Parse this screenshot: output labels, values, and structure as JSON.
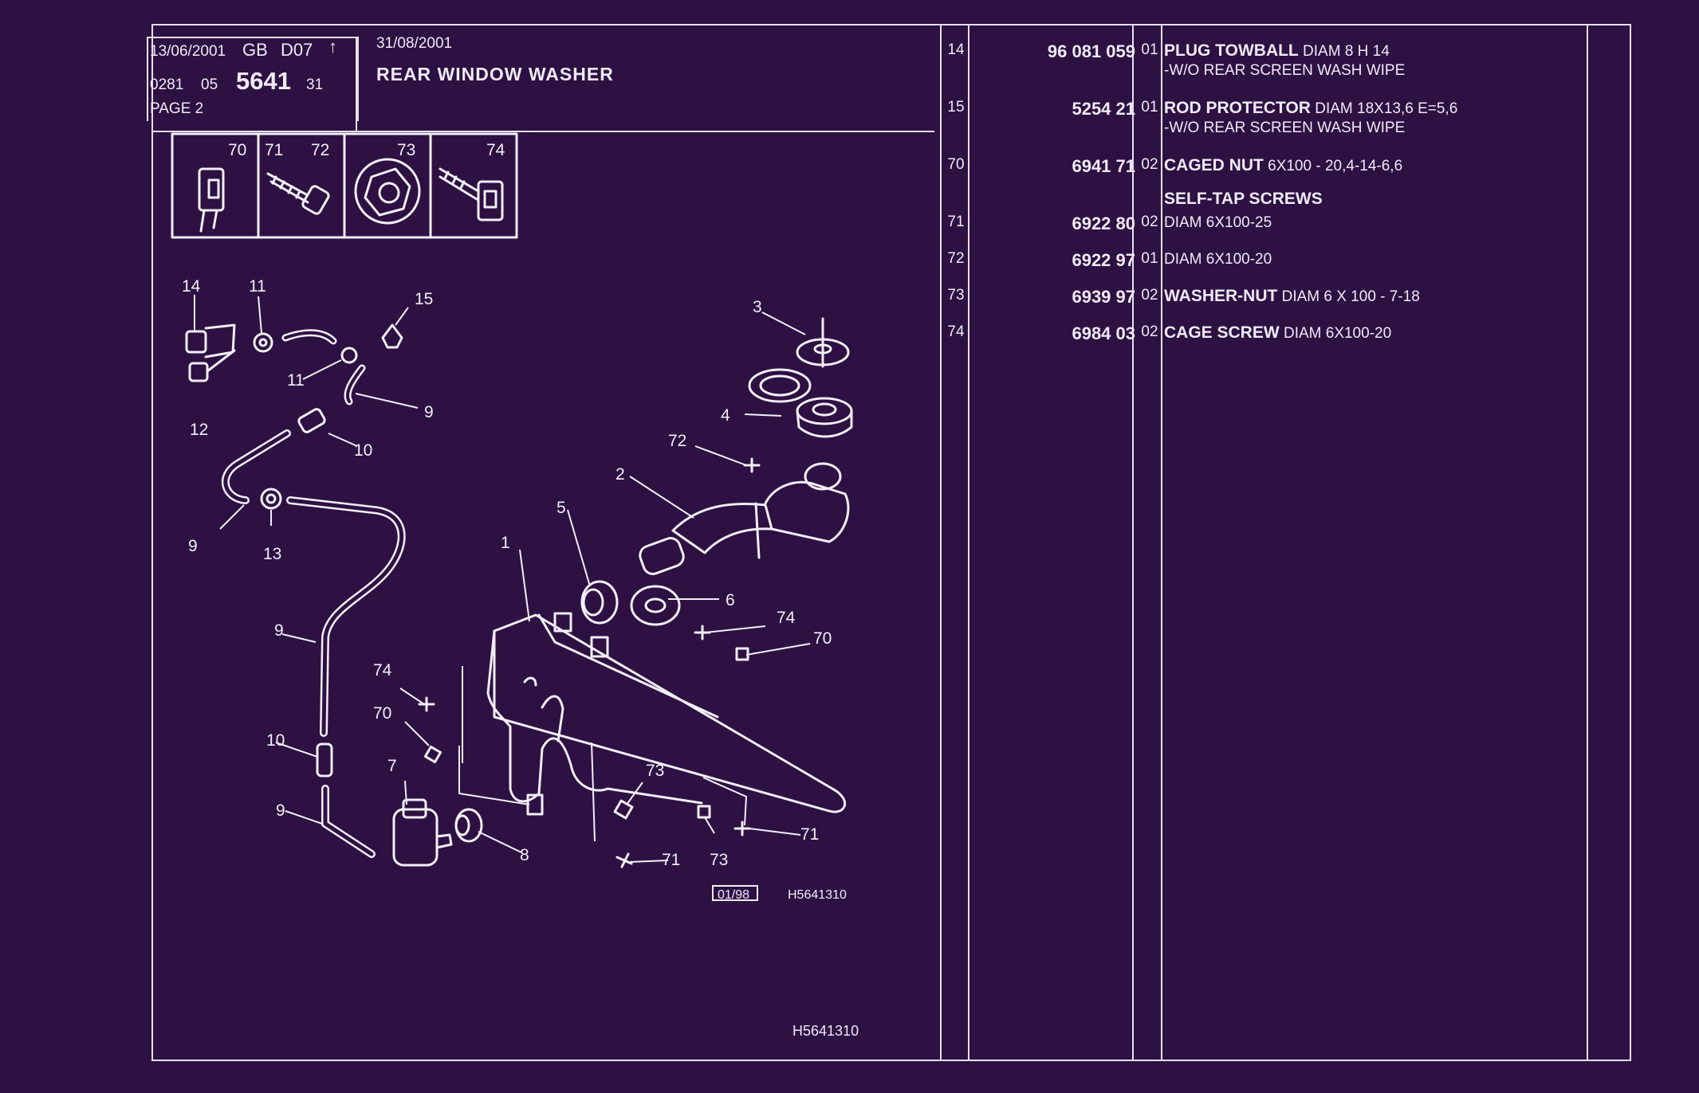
{
  "header": {
    "date": "13/06/2001",
    "country": "GB",
    "section": "D07",
    "arrow": "↑",
    "ref_a": "0281",
    "ref_b": "05",
    "ref_main": "5641",
    "ref_c": "31",
    "page": "PAGE 2",
    "rev_date": "31/08/2001",
    "title": "REAR WINDOW WASHER"
  },
  "inset_labels": [
    "70",
    "71",
    "72",
    "73",
    "74"
  ],
  "callouts": [
    "14",
    "11",
    "15",
    "12",
    "11",
    "9",
    "10",
    "9",
    "13",
    "3",
    "4",
    "72",
    "2",
    "5",
    "6",
    "1",
    "74",
    "70",
    "9",
    "74",
    "70",
    "10",
    "7",
    "9",
    "8",
    "73",
    "71",
    "73",
    "71"
  ],
  "diagram_stamp": {
    "date": "01/98",
    "code": "H5641310"
  },
  "footer_code": "H5641310",
  "parts": [
    {
      "idx": "14",
      "part_no": "96 081 059",
      "qty": "01",
      "name": "PLUG TOWBALL",
      "spec": "DIAM 8 H 14",
      "note": "-W/O REAR SCREEN WASH WIPE"
    },
    {
      "idx": "15",
      "part_no": "5254 21",
      "qty": "01",
      "name": "ROD PROTECTOR",
      "spec": "DIAM 18X13,6 E=5,6",
      "note": "-W/O REAR SCREEN WASH WIPE"
    },
    {
      "idx": "70",
      "part_no": "6941 71",
      "qty": "02",
      "name": "CAGED NUT",
      "spec": "6X100 - 20,4-14-6,6",
      "note": ""
    },
    {
      "idx": "",
      "part_no": "",
      "qty": "",
      "name": "SELF-TAP SCREWS",
      "spec": "",
      "note": ""
    },
    {
      "idx": "71",
      "part_no": "6922 80",
      "qty": "02",
      "name": "",
      "spec": "DIAM 6X100-25",
      "note": ""
    },
    {
      "idx": "72",
      "part_no": "6922 97",
      "qty": "01",
      "name": "",
      "spec": "DIAM 6X100-20",
      "note": ""
    },
    {
      "idx": "73",
      "part_no": "6939 97",
      "qty": "02",
      "name": "WASHER-NUT",
      "spec": "DIAM 6 X 100 - 7-18",
      "note": ""
    },
    {
      "idx": "74",
      "part_no": "6984 03",
      "qty": "02",
      "name": "CAGE SCREW",
      "spec": "DIAM 6X100-20",
      "note": ""
    }
  ]
}
